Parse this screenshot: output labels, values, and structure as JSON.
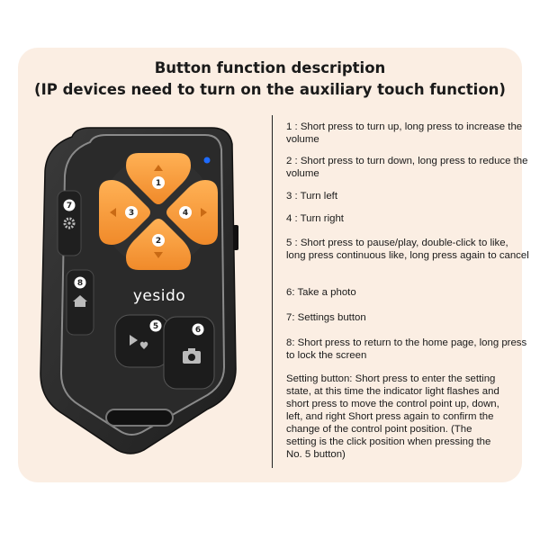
{
  "title_line1": "Button function description",
  "title_line2": "(IP devices need to turn on the auxiliary touch function)",
  "remote": {
    "brand": "yesido",
    "button_numbers": [
      "1",
      "2",
      "3",
      "4",
      "5",
      "6",
      "7",
      "8"
    ],
    "colors": {
      "body": "#2b2b2b",
      "button_orange": "#f59a3c",
      "indicator": "#1e6bff",
      "panel": "#fbeee3"
    }
  },
  "descriptions": [
    "1 : Short press to turn up, long press to increase the volume",
    "2 : Short press to turn down, long press to reduce the volume",
    "3 : Turn left",
    "4 : Turn right",
    "5 : Short press to pause/play, double-click to like, long press continuous like, long press again to cancel",
    "6: Take a photo",
    "7: Settings button",
    "8: Short press to return to the home page, long press to lock the screen",
    "Setting button: Short press to enter the setting state, at this time the indicator light flashes and short press to move the control point up, down, left, and right Short press again to confirm the change of the control point position. (The setting is the click position when pressing the No. 5 button)"
  ]
}
